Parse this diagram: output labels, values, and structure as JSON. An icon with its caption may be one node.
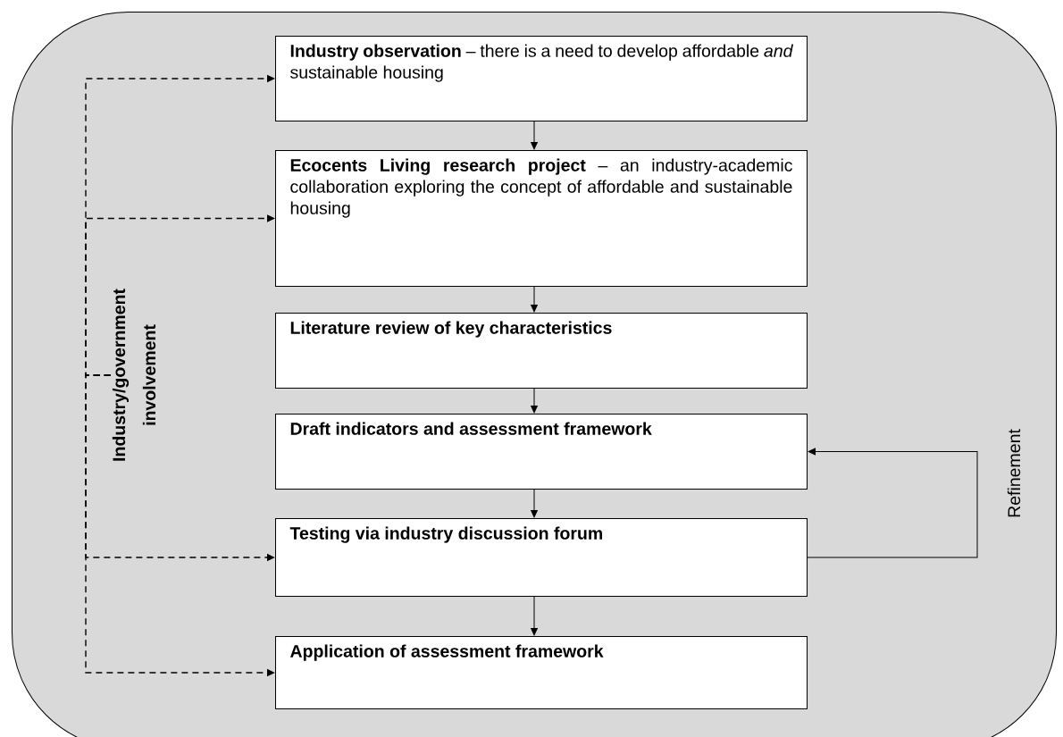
{
  "diagram": {
    "nodes": [
      {
        "text": [],
        "shape": "box"
      },
      {
        "text": [
          "**Industry observation** – there is a need to develop affordable *and* sustainable housing"
        ],
        "in": 0
      },
      {
        "text": [
          "**Ecocents Living research project** – an industry-academic collaboration exploring the concept of affordable and sustainable housing"
        ],
        "in": 0
      },
      {
        "text": [
          "Literature review of key characteristics"
        ],
        "in": 0
      },
      {
        "text": [
          "Draft indicators and assessment framework"
        ],
        "in": 0
      },
      {
        "text": [
          "Testing via industry discussion forum"
        ],
        "in": 0
      },
      {
        "text": [
          "Application of assessment framework"
        ],
        "in": 0
      },
      {
        "text": [
          "Industry/government involvement"
        ],
        "in": 0
      }
    ],
    "edges": [
      {
        "from": 1,
        "to": 2,
        "arrow": "to"
      },
      {
        "from": 2,
        "to": 3,
        "arrow": "to"
      },
      {
        "from": 3,
        "to": 4,
        "arrow": "to"
      },
      {
        "from": 4,
        "to": 5,
        "arrow": "to"
      },
      {
        "from": 5,
        "to": 6,
        "arrow": "to"
      },
      {
        "from": 5,
        "to": 4,
        "arrow": "to",
        "label": "Refinement"
      },
      {
        "from": 7,
        "to": 1,
        "arrow": "to",
        "style": "dashed"
      },
      {
        "from": 7,
        "to": 2,
        "arrow": "to",
        "style": "dashed"
      },
      {
        "from": 7,
        "to": 5,
        "arrow": "to",
        "style": "dashed"
      },
      {
        "from": 7,
        "to": 6,
        "arrow": "to",
        "style": "dashed"
      }
    ]
  }
}
